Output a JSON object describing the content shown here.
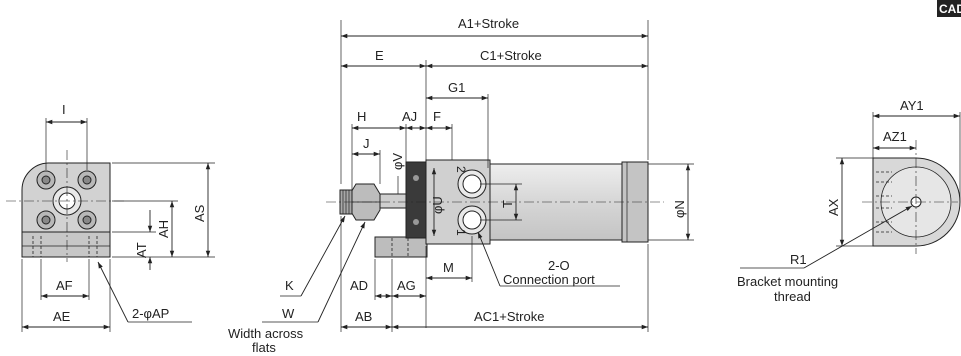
{
  "badge": "CAD",
  "left_view": {
    "labels": [
      "I",
      "AS",
      "AH",
      "AT",
      "AF",
      "AE",
      "2-φAP"
    ]
  },
  "front_view": {
    "labels": [
      "A1+Stroke",
      "E",
      "C1+Stroke",
      "G1",
      "H",
      "AJ",
      "F",
      "J",
      "φV",
      "φU",
      "T",
      "φN",
      "2",
      "1",
      "K",
      "W",
      "Width across",
      "flats",
      "AD",
      "AG",
      "M",
      "2-O",
      "Connection port",
      "AB",
      "AC1+Stroke"
    ]
  },
  "right_view": {
    "labels": [
      "AY1",
      "AZ1",
      "AX",
      "R1",
      "Bracket mounting",
      "thread"
    ]
  }
}
